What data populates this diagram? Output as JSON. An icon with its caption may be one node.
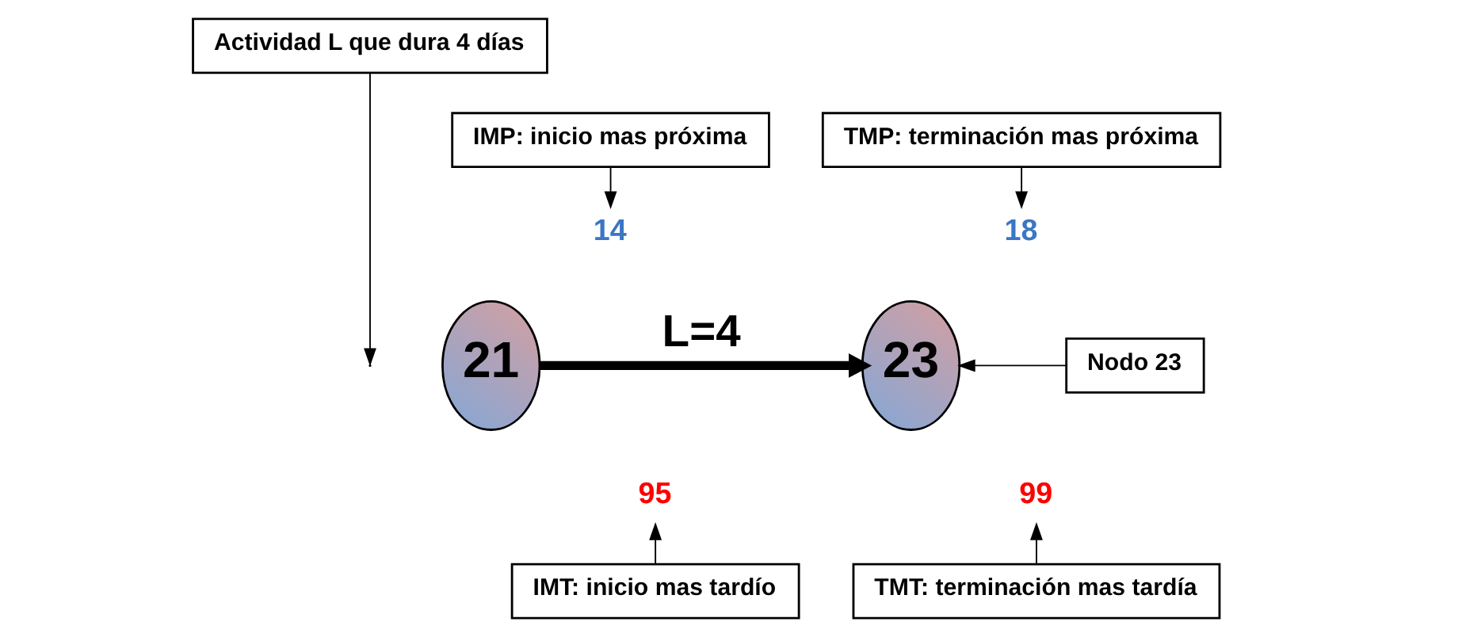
{
  "diagram": {
    "nodes": [
      {
        "text": [
          "Actividad L que dura 4 días"
        ]
      },
      {
        "text": [
          "IMP: inicio mas próxima"
        ]
      },
      {
        "text": [
          "TMP: terminación mas próxima"
        ]
      },
      {
        "text": [
          "14"
        ]
      },
      {
        "text": [
          "18"
        ]
      },
      {
        "text": [
          "21"
        ]
      },
      {
        "text": [
          "23"
        ]
      },
      {
        "text": [
          "Nodo 23"
        ]
      },
      {
        "text": [
          "95"
        ]
      },
      {
        "text": [
          "99"
        ]
      },
      {
        "text": [
          "IMT: inicio mas tardío"
        ]
      },
      {
        "text": [
          "TMT: terminación mas tardía"
        ]
      }
    ],
    "edges": [
      {
        "from": 5,
        "to": 6,
        "arrow": "to",
        "label": "L=4",
        "style": "thick"
      },
      {
        "from": 0,
        "to": null,
        "arrow": "to"
      },
      {
        "from": 1,
        "to": 3,
        "arrow": "to"
      },
      {
        "from": 2,
        "to": 4,
        "arrow": "to"
      },
      {
        "from": 7,
        "to": 6,
        "arrow": "to"
      },
      {
        "from": 10,
        "to": 8,
        "arrow": "to"
      },
      {
        "from": 11,
        "to": 9,
        "arrow": "to"
      }
    ]
  }
}
